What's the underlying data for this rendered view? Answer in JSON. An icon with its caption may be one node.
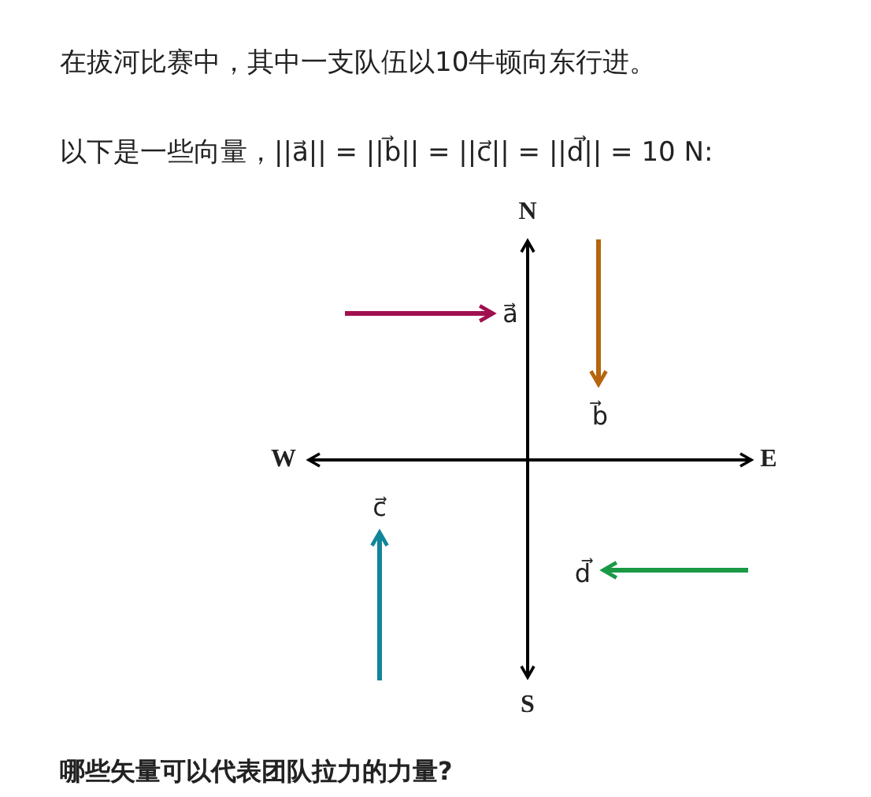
{
  "diagram": {
    "labels": [
      "在拔河比赛中，其中一支队伍以10牛顿向东行进。",
      "以下是一些向量，||a⃗|| = ||b⃗|| = ||c⃗|| = ||d⃗|| = 10 N:",
      "N",
      "a⃗",
      "b⃗",
      "W",
      "E",
      "c⃗",
      "d⃗",
      "S",
      "哪些矢量可以代表团队拉力的力量?"
    ]
  }
}
